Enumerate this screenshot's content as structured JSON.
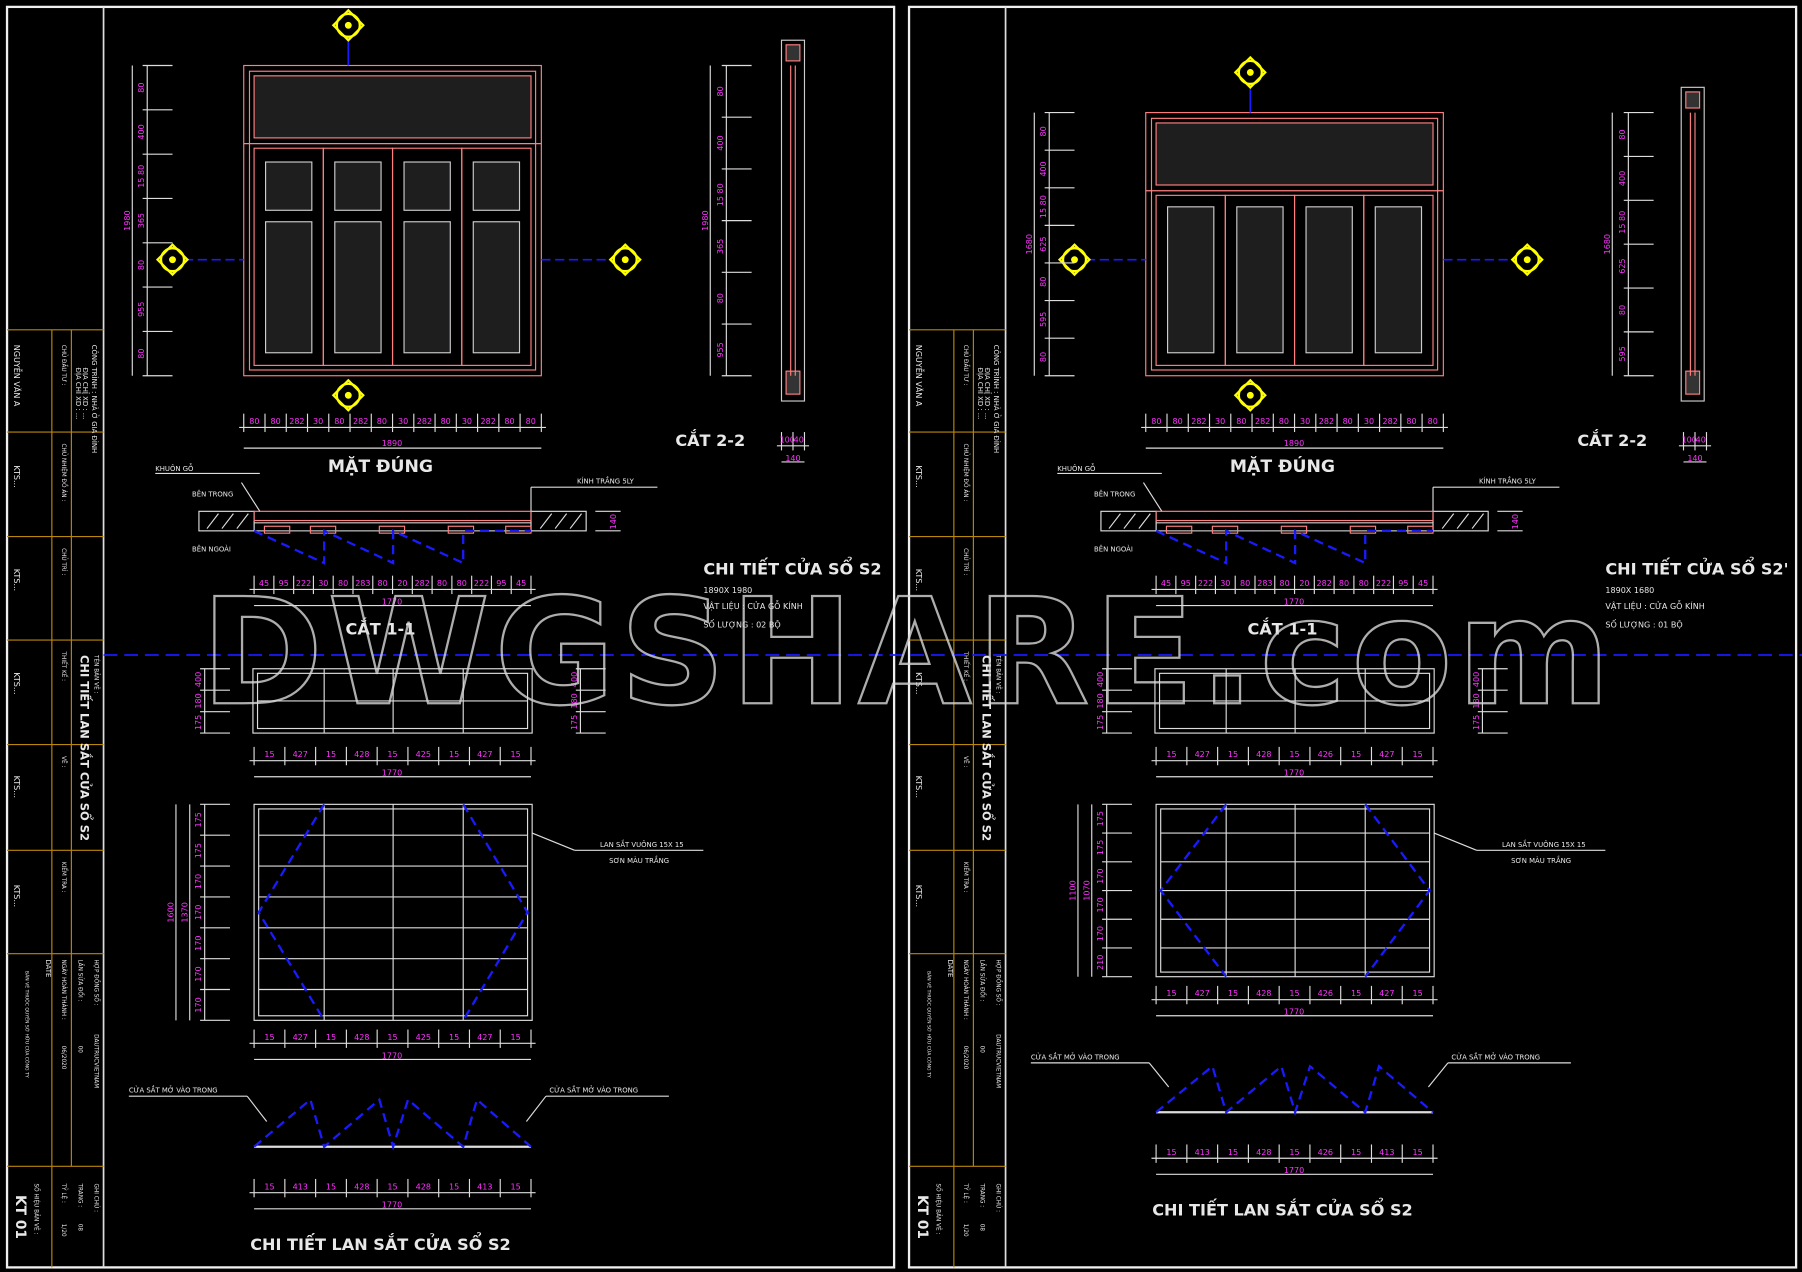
{
  "watermark": "DWGSHARE.com",
  "colors": {
    "frame": "#ff8080",
    "dim": "#ff33ff",
    "section": "#1a1aff",
    "marker": "#ffff00",
    "titleblock": "#b8860b"
  },
  "sheets": [
    {
      "elevation_title": "MẶT ĐÚNG",
      "section22_title": "CẮT 2-2",
      "section11_title": "CẮT 1-1",
      "detail_title": "CHI TIẾT CỬA SỔ S2",
      "detail_size": "1890X 1980",
      "detail_material": "VẬT LIỆU : CỬA GỖ KÍNH",
      "detail_qty": "SỐ LƯỢNG : 02 BỘ",
      "grille_title": "CHI TIẾT LAN SẮT CỬA SỔ S2",
      "label_khuon": "KHUÔN GỖ",
      "label_ben_trong": "BÊN TRONG",
      "label_ben_ngoai": "BÊN NGOÀI",
      "label_kinh": "KÍNH TRẮNG 5LY",
      "label_lan_sat": "LAN SẮT VUÔNG 15X 15",
      "label_son": "SƠN MÀU TRẮNG",
      "label_cua_sat_l": "CỬA SẮT MỞ VÀO TRONG",
      "label_cua_sat_r": "CỬA SẮT MỞ VÀO TRONG",
      "elev_height": "1980",
      "elev_vdims": [
        "80",
        "400",
        "15 80",
        "365",
        "80",
        "955",
        "80"
      ],
      "elev_hdims": [
        "80",
        "80",
        "282",
        "30",
        "80",
        "282",
        "80",
        "30",
        "282",
        "80",
        "30",
        "282",
        "80",
        "80"
      ],
      "elev_total": "1890",
      "sec22_dims": [
        "100",
        "40",
        "140"
      ],
      "sec11_dims": [
        "45",
        "95",
        "222",
        "30",
        "80",
        "283",
        "80",
        "20",
        "282",
        "80",
        "80",
        "222",
        "95",
        "45"
      ],
      "sec11_total": "1770",
      "sec11_depth": "140",
      "grille_small_vdims": [
        "400",
        "180",
        "175"
      ],
      "grille_hdims": [
        "15",
        "427",
        "15",
        "428",
        "15",
        "425",
        "15",
        "427",
        "15"
      ],
      "grille_total": "1770",
      "grille_big_height": "1600",
      "grille_big_inner": "1370",
      "grille_big_vdims": [
        "175",
        "175",
        "170",
        "170",
        "170",
        "170",
        "170"
      ],
      "bottom_hdims": [
        "15",
        "413",
        "15",
        "428",
        "15",
        "428",
        "15",
        "413",
        "15"
      ],
      "bottom_total": "1770"
    },
    {
      "elevation_title": "MẶT ĐÚNG",
      "section22_title": "CẮT 2-2",
      "section11_title": "CẮT 1-1",
      "detail_title": "CHI TIẾT CỬA SỔ S2'",
      "detail_size": "1890X 1680",
      "detail_material": "VẬT LIỆU : CỬA GỖ KÍNH",
      "detail_qty": "SỐ LƯỢNG : 01 BỘ",
      "grille_title": "CHI TIẾT LAN SẮT CỬA SỔ S2",
      "label_khuon": "KHUÔN GỖ",
      "label_ben_trong": "BÊN TRONG",
      "label_ben_ngoai": "BÊN NGOÀI",
      "label_kinh": "KÍNH TRẮNG 5LY",
      "label_lan_sat": "LAN SẮT VUÔNG 15X 15",
      "label_son": "SƠN MÀU TRẮNG",
      "label_cua_sat_l": "CỬA SẮT MỞ VÀO TRONG",
      "label_cua_sat_r": "CỬA SẮT MỞ VÀO TRONG",
      "elev_height": "1680",
      "elev_vdims": [
        "80",
        "400",
        "15 80",
        "625",
        "80",
        "595",
        "80"
      ],
      "elev_hdims": [
        "80",
        "80",
        "282",
        "30",
        "80",
        "282",
        "80",
        "30",
        "282",
        "80",
        "30",
        "282",
        "80",
        "80"
      ],
      "elev_total": "1890",
      "sec22_dims": [
        "100",
        "40",
        "140"
      ],
      "sec11_dims": [
        "45",
        "95",
        "222",
        "30",
        "80",
        "283",
        "80",
        "20",
        "282",
        "80",
        "80",
        "222",
        "95",
        "45"
      ],
      "sec11_total": "1770",
      "sec11_depth": "140",
      "grille_small_vdims": [
        "400",
        "180",
        "175"
      ],
      "grille_hdims": [
        "15",
        "427",
        "15",
        "428",
        "15",
        "426",
        "15",
        "427",
        "15"
      ],
      "grille_total": "1770",
      "grille_big_height": "1100",
      "grille_big_inner": "1070",
      "grille_big_vdims": [
        "175",
        "175",
        "170",
        "170",
        "170",
        "210"
      ],
      "bottom_hdims": [
        "15",
        "413",
        "15",
        "428",
        "15",
        "426",
        "15",
        "413",
        "15"
      ],
      "bottom_total": "1770"
    }
  ],
  "titleblock": {
    "project": "CÔNG TRÌNH : NHÀ Ở GIA ĐÌNH",
    "address1": "ĐỊA CHỈ XD : ...",
    "address2": "ĐỊA CHỈ XD : ...",
    "owner": "CHỦ ĐẦU TƯ :",
    "owner_name": "NGUYỄN VĂN A",
    "pm": "CHỦ NHIỆM ĐỒ ÁN :",
    "designer": "CHỦ TRÌ :",
    "drawer": "THIẾT KẾ :",
    "checker": "KIỂM TRA :",
    "drafter": "VẼ :",
    "names": [
      "KTS...",
      "KTS...",
      "KTS...",
      "KTS...",
      "KTS..."
    ],
    "sheet_label": "TÊN BẢN VẼ :",
    "sheet_name": "CHI TIẾT LAN SẮT CỬA SỔ S2",
    "code_label": "HỢP ĐỒNG SỐ :",
    "code": "DAUTRUCVIETNAM",
    "phase_label": "LẦN SỬA ĐỔI :",
    "phase": "00",
    "date_label": "NGÀY HOÀN THÀNH :",
    "date": "DATE",
    "date_val": "06/2020",
    "note": "BẢN VẼ THUỘC QUYỀN SỞ HỮU CỦA CÔNG TY",
    "scale_label": "TỶ LỆ :",
    "scale": "1/20",
    "page_label": "TRANG :",
    "page": "08",
    "sheet_no_label": "SỐ HIỆU BẢN VẼ :",
    "sheet_no": "KT 01",
    "note_label": "GHI CHÚ :"
  }
}
